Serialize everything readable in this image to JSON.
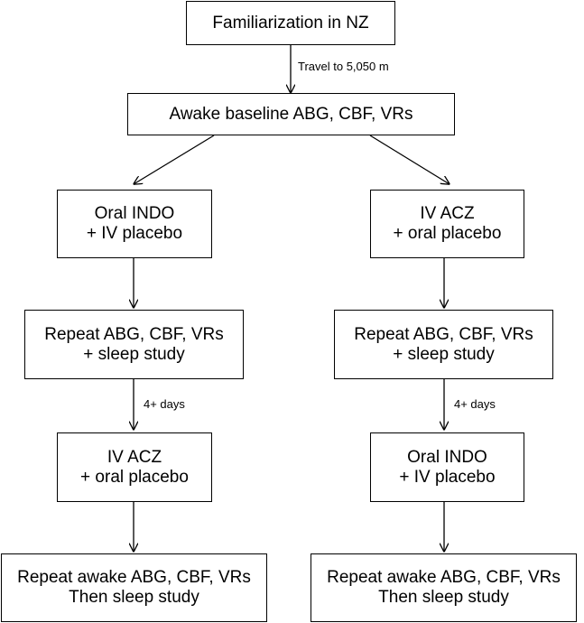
{
  "nodes": {
    "familiarization": {
      "lines": [
        "Familiarization in NZ"
      ]
    },
    "baseline": {
      "lines": [
        "Awake baseline ABG, CBF, VRs"
      ]
    },
    "left_step1": {
      "lines": [
        "Oral INDO",
        "+ IV placebo"
      ]
    },
    "right_step1": {
      "lines": [
        "IV ACZ",
        "+ oral placebo"
      ]
    },
    "left_step2": {
      "lines": [
        "Repeat ABG, CBF, VRs",
        "+ sleep study"
      ]
    },
    "right_step2": {
      "lines": [
        "Repeat ABG, CBF, VRs",
        "+ sleep study"
      ]
    },
    "left_step3": {
      "lines": [
        "IV ACZ",
        "+ oral placebo"
      ]
    },
    "right_step3": {
      "lines": [
        "Oral INDO",
        "+ IV placebo"
      ]
    },
    "left_step4": {
      "lines": [
        "Repeat awake ABG, CBF, VRs",
        "Then sleep study"
      ]
    },
    "right_step4": {
      "lines": [
        "Repeat awake ABG, CBF, VRs",
        "Then sleep study"
      ]
    }
  },
  "edge_labels": {
    "travel": "Travel to 5,050 m",
    "left_washout": "4+ days",
    "right_washout": "4+ days"
  }
}
